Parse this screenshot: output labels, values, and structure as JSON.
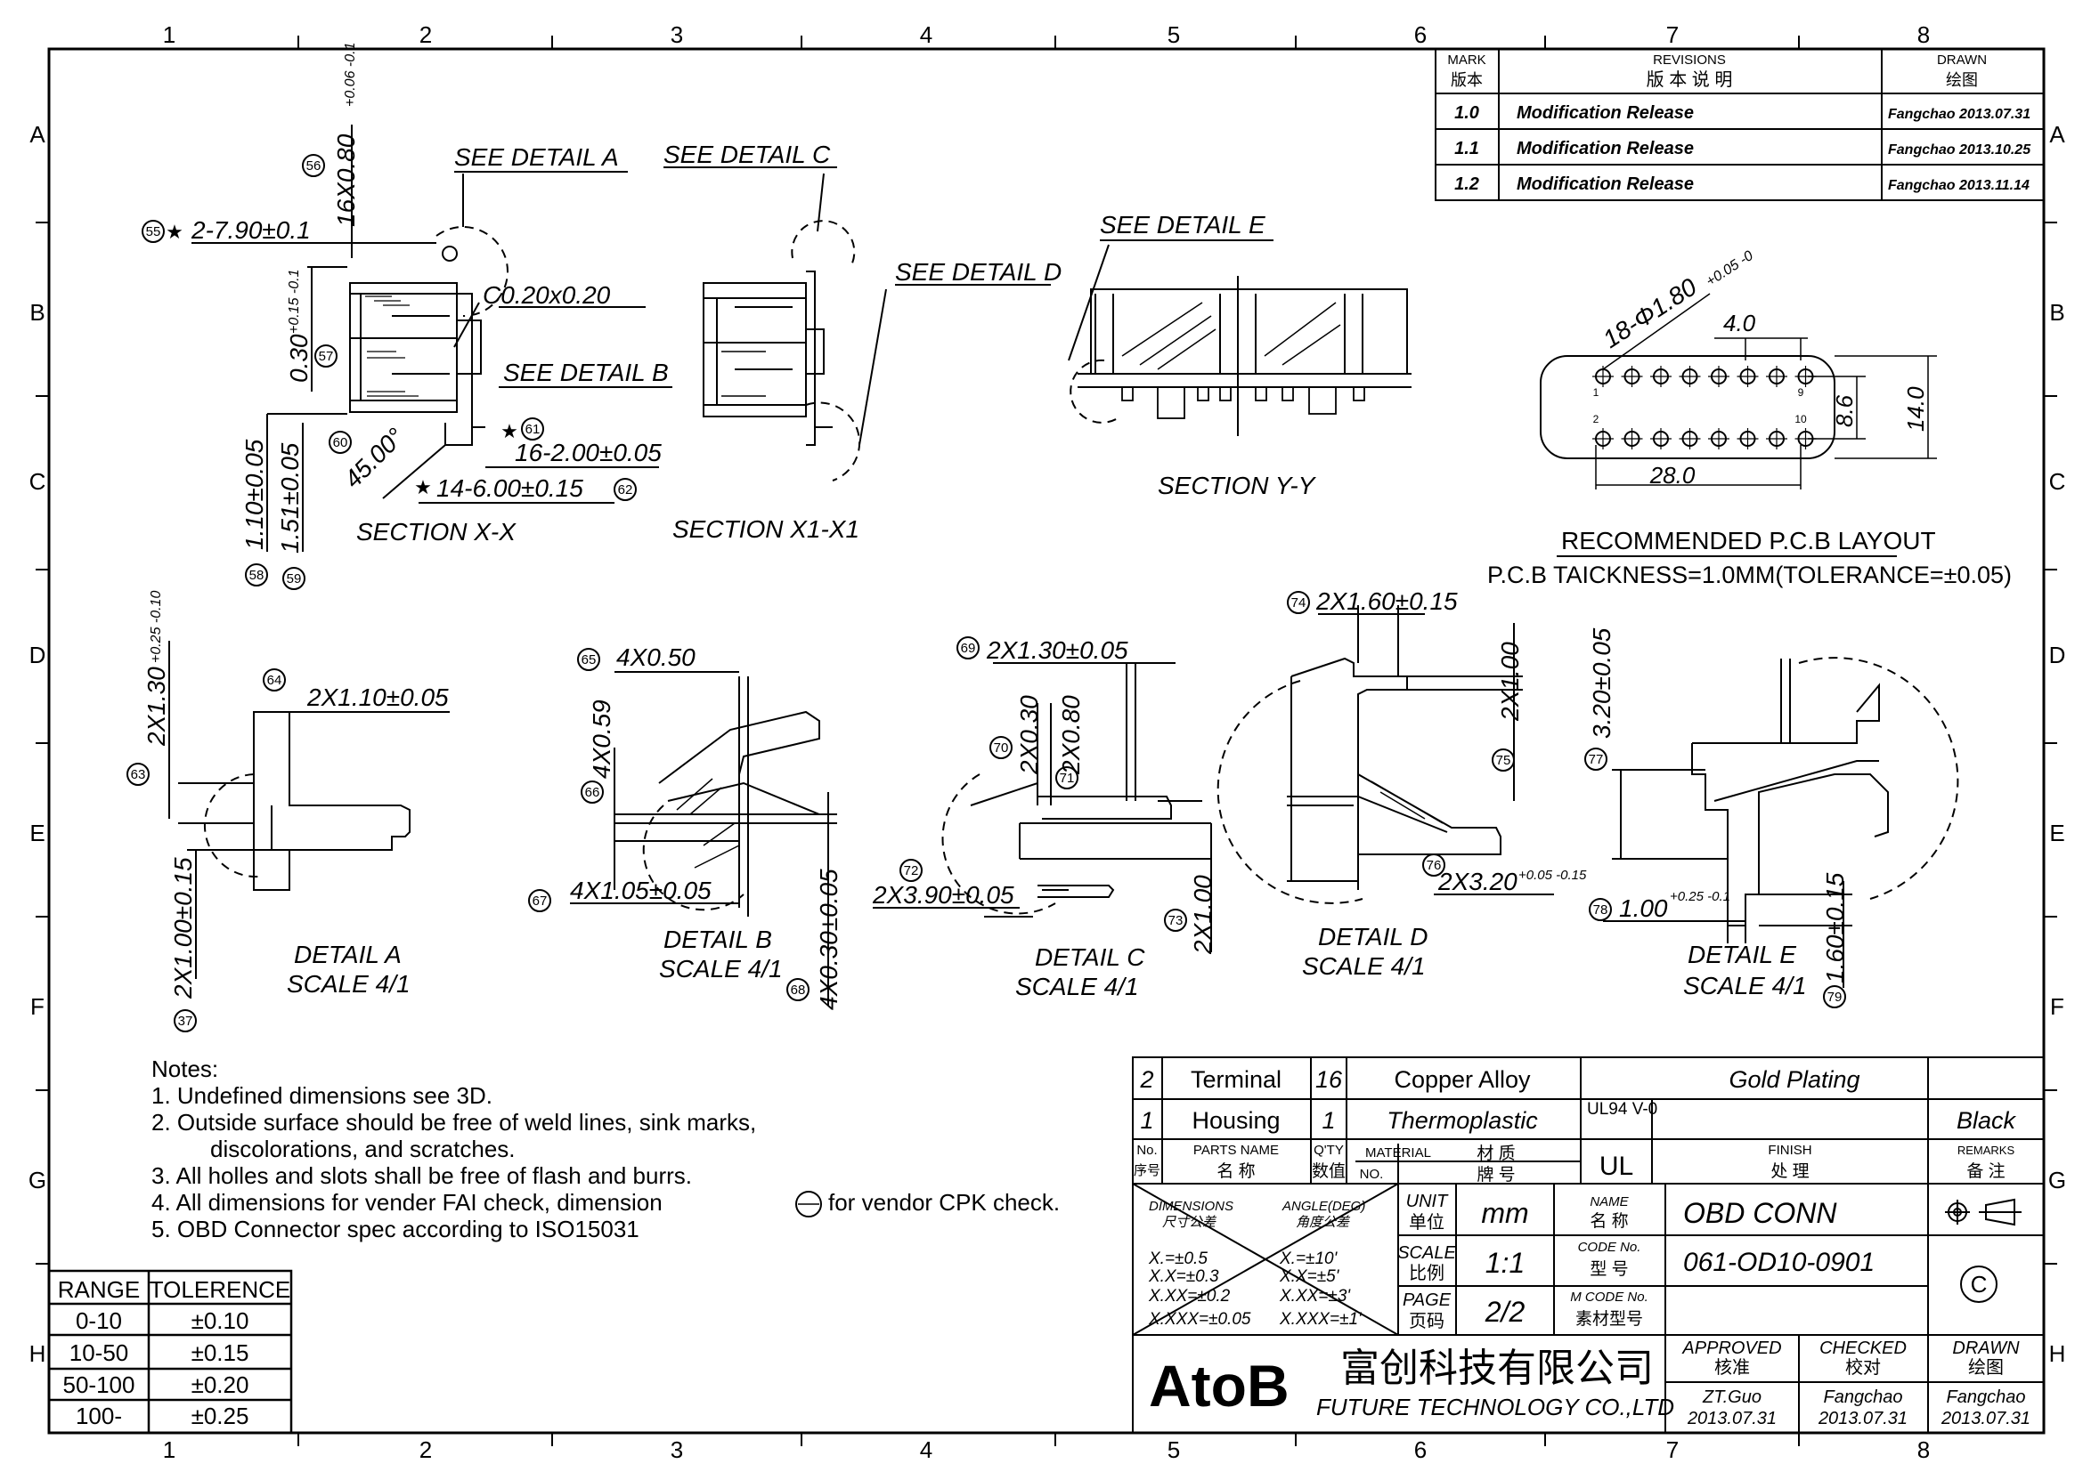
{
  "border": {
    "cols": [
      "1",
      "2",
      "3",
      "4",
      "5",
      "6",
      "7",
      "8"
    ],
    "rows": [
      "A",
      "B",
      "C",
      "D",
      "E",
      "F",
      "G",
      "H"
    ]
  },
  "revisions": {
    "h_mark": "MARK",
    "h_mark_cn": "版本",
    "h_rev": "REVISIONS",
    "h_rev_cn": "版 本 说 明",
    "h_drawn": "DRAWN",
    "h_drawn_cn": "绘图",
    "rows": [
      {
        "mark": "1.0",
        "desc": "Modification Release",
        "drawn": "Fangchao 2013.07.31"
      },
      {
        "mark": "1.1",
        "desc": "Modification Release",
        "drawn": "Fangchao 2013.10.25"
      },
      {
        "mark": "1.2",
        "desc": "Modification Release",
        "drawn": "Fangchao 2013.11.14"
      }
    ]
  },
  "views": {
    "section_xx": "SECTION X-X",
    "section_x1x1": "SECTION X1-X1",
    "section_yy": "SECTION Y-Y",
    "see_a": "SEE DETAIL A",
    "see_b": "SEE DETAIL B",
    "see_c": "SEE DETAIL C",
    "see_d": "SEE DETAIL D",
    "see_e": "SEE DETAIL E",
    "pcb_title": "RECOMMENDED P.C.B LAYOUT",
    "pcb_thick": "P.C.B TAICKNESS=1.0MM(TOLERANCE=±0.05)",
    "detail_a": "DETAIL A",
    "detail_b": "DETAIL B",
    "detail_c": "DETAIL C",
    "detail_d": "DETAIL D",
    "detail_e": "DETAIL E",
    "scale": "SCALE 4/1"
  },
  "dims": {
    "d55": "2-7.90±0.1",
    "d56": "16X0.80",
    "d56_tol": "+0.06 -0.1",
    "c020": "C0.20x0.20",
    "d57": "0.30",
    "d57_tol": "+0.15 -0.1",
    "d61": "16-2.00±0.05",
    "d62": "14-6.00±0.15",
    "d45": "45.00°",
    "d58": "1.10±0.05",
    "d59": "1.51±0.05",
    "pcb_hole": "18-Φ1.80",
    "pcb_hole_tol": "+0.05 -0",
    "pcb_pitch": "4.0",
    "pcb_w": "28.0",
    "pcb_h1": "8.6",
    "pcb_h2": "14.0",
    "pin1": "1",
    "pin9": "9",
    "pin2": "2",
    "pin10": "10",
    "d63": "2X1.30",
    "d63_tol": "+0.25 -0.10",
    "d64": "2X1.10±0.05",
    "d37": "2X1.00±0.15",
    "d65": "4X0.50",
    "d66": "4X0.59",
    "d67": "4X1.05±0.05",
    "d68": "4X0.30±0.05",
    "d69": "2X1.30±0.05",
    "d70": "2X0.30",
    "d71": "2X0.80",
    "d72": "2X3.90±0.05",
    "d73": "2X1.00",
    "d74": "2X1.60±0.15",
    "d75": "2X1.00",
    "d76": "2X3.20",
    "d76_tol": "+0.05 -0.15",
    "d77": "3.20±0.05",
    "d78": "1.00",
    "d78_tol": "+0.25 -0.1",
    "d79": "1.60±0.15"
  },
  "balloons": [
    "55",
    "56",
    "57",
    "58",
    "59",
    "60",
    "61",
    "62",
    "63",
    "64",
    "65",
    "66",
    "67",
    "68",
    "69",
    "70",
    "71",
    "72",
    "73",
    "74",
    "75",
    "76",
    "77",
    "78",
    "79",
    "37"
  ],
  "notes": {
    "title": "Notes:",
    "lines": [
      "1. Undefined dimensions see 3D.",
      "2. Outside surface should be free of weld lines, sink marks,",
      "discolorations, and scratches.",
      "3. All holles and slots shall be free of flash and burrs.",
      "4. All dimensions for vender FAI check, dimension",
      "for vendor CPK check.",
      "5. OBD Connector spec according to ISO15031"
    ]
  },
  "tolerance": {
    "h_range": "RANGE",
    "h_tol": "TOLERENCE",
    "rows": [
      {
        "range": "0-10",
        "tol": "±0.10"
      },
      {
        "range": "10-50",
        "tol": "±0.15"
      },
      {
        "range": "50-100",
        "tol": "±0.20"
      },
      {
        "range": "100-",
        "tol": "±0.25"
      }
    ]
  },
  "bom": {
    "rows": [
      {
        "no": "2",
        "name": "Terminal",
        "qty": "16",
        "material": "Copper Alloy",
        "finish": "Gold Plating",
        "remarks": ""
      },
      {
        "no": "1",
        "name": "Housing",
        "qty": "1",
        "material": "Thermoplastic",
        "ul": "UL94 V-0",
        "finish": "",
        "remarks": "Black"
      }
    ],
    "h_no": "No.",
    "h_no_cn": "序号",
    "h_name": "PARTS NAME",
    "h_name_cn": "名 称",
    "h_qty": "Q'TY",
    "h_qty_cn": "数值",
    "h_mat": "MATERIAL",
    "h_mat_cn": "材 质",
    "h_matno": "NO.",
    "h_matno_cn": "牌 号",
    "h_ul": "UL",
    "h_finish": "FINISH",
    "h_finish_cn": "处 理",
    "h_rem": "REMARKS",
    "h_rem_cn": "备 注"
  },
  "titleblock": {
    "dim_h": "DIMENSIONS",
    "dim_h_cn": "尺寸公差",
    "ang_h": "ANGLE(DEG)",
    "ang_h_cn": "角度公差",
    "dim_tols": [
      "X.=±0.5",
      "X.X=±0.3",
      "X.XX=±0.2",
      "X.XXX=±0.05"
    ],
    "ang_tols": [
      "X.=±10'",
      "X.X=±5'",
      "X.XX=±3'",
      "X.XXX=±1'"
    ],
    "unit_l": "UNIT",
    "unit_cn": "单位",
    "unit": "mm",
    "scale_l": "SCALE",
    "scale_cn": "比例",
    "scale": "1:1",
    "page_l": "PAGE",
    "page_cn": "页码",
    "page": "2/2",
    "name_l": "NAME",
    "name_cn": "名 称",
    "name": "OBD CONN",
    "code_l": "CODE No.",
    "code_cn": "型 号",
    "code": "061-OD10-0901",
    "mcode_l": "M CODE No.",
    "mcode_cn": "素材型号",
    "company_logo": "AtoB",
    "company_cn": "富创科技有限公司",
    "company_en": "FUTURE TECHNOLOGY CO.,LTD",
    "approved_l": "APPROVED",
    "approved_cn": "核准",
    "checked_l": "CHECKED",
    "checked_cn": "校对",
    "drawn_l": "DRAWN",
    "drawn_cn": "绘图",
    "approved": "ZT.Guo",
    "approved_date": "2013.07.31",
    "checked": "Fangchao",
    "checked_date": "2013.07.31",
    "drawn": "Fangchao",
    "drawn_date": "2013.07.31",
    "copyright": "C"
  }
}
